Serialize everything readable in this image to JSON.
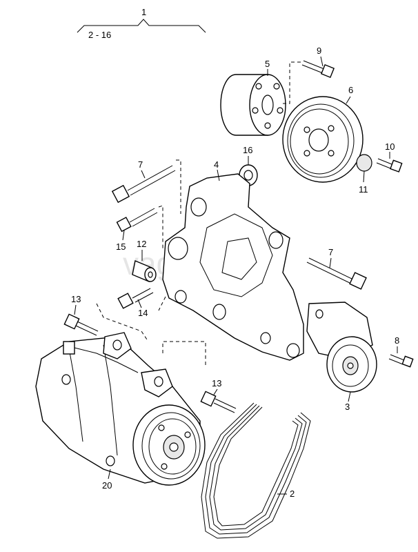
{
  "labels": {
    "l1": "1",
    "l1_range": "2 - 16",
    "l2": "2",
    "l3": "3",
    "l4": "4",
    "l5": "5",
    "l6": "6",
    "l7a": "7",
    "l7b": "7",
    "l8": "8",
    "l9": "9",
    "l10": "10",
    "l11": "11",
    "l12": "12",
    "l13a": "13",
    "l13b": "13",
    "l14": "14",
    "l15": "15",
    "l16": "16",
    "l20": "20"
  },
  "watermark": "vagtec.ru"
}
